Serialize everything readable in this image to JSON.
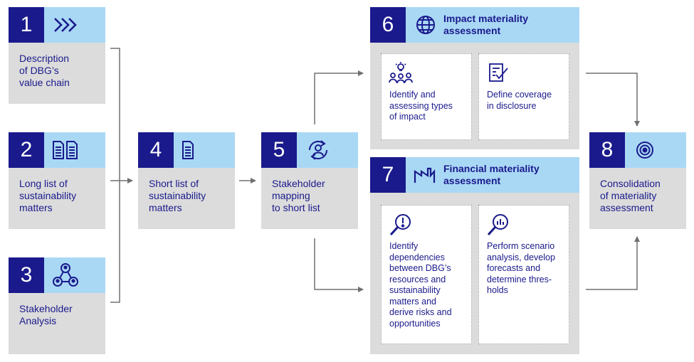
{
  "steps": {
    "s1": {
      "number": "1",
      "label": "Description\nof DBG’s\nvalue chain",
      "icon": "chevrons-icon"
    },
    "s2": {
      "number": "2",
      "label": "Long list of\nsustainability\nmatters",
      "icon": "documents-icon"
    },
    "s3": {
      "number": "3",
      "label": "Stakeholder\nAnalysis",
      "icon": "network-people-icon"
    },
    "s4": {
      "number": "4",
      "label": "Short list of\nsustainability\nmatters",
      "icon": "document-icon"
    },
    "s5": {
      "number": "5",
      "label": "Stakeholder\nmapping\nto short list",
      "icon": "person-cycle-icon"
    },
    "s6": {
      "number": "6",
      "title": "Impact materiality\nassessment",
      "icon": "globe-icon",
      "left_text": "Identify and\nassessing types\nof impact",
      "left_icon": "people-idea-icon",
      "right_text": "Define coverage\nin disclosure",
      "right_icon": "checklist-icon"
    },
    "s7": {
      "number": "7",
      "title": "Financial materiality\nassessment",
      "icon": "factory-icon",
      "left_text": "Identify\ndependencies\nbetween DBG’s\nresources and\nsustainability\nmatters and\nderive risks and\nopportunities",
      "left_icon": "magnifier-alert-icon",
      "right_text": "Perform scenario\nanalysis, develop\nforecasts and\ndetermine thres-\nholds",
      "right_icon": "magnifier-chart-icon"
    },
    "s8": {
      "number": "8",
      "label": "Consolidation\nof materiality\nassessment",
      "icon": "target-icon"
    }
  },
  "colors": {
    "navy": "#1a1a8c",
    "light_blue": "#a9d8f5",
    "card_grey": "#dcdcdc",
    "arrow_grey": "#707070"
  }
}
